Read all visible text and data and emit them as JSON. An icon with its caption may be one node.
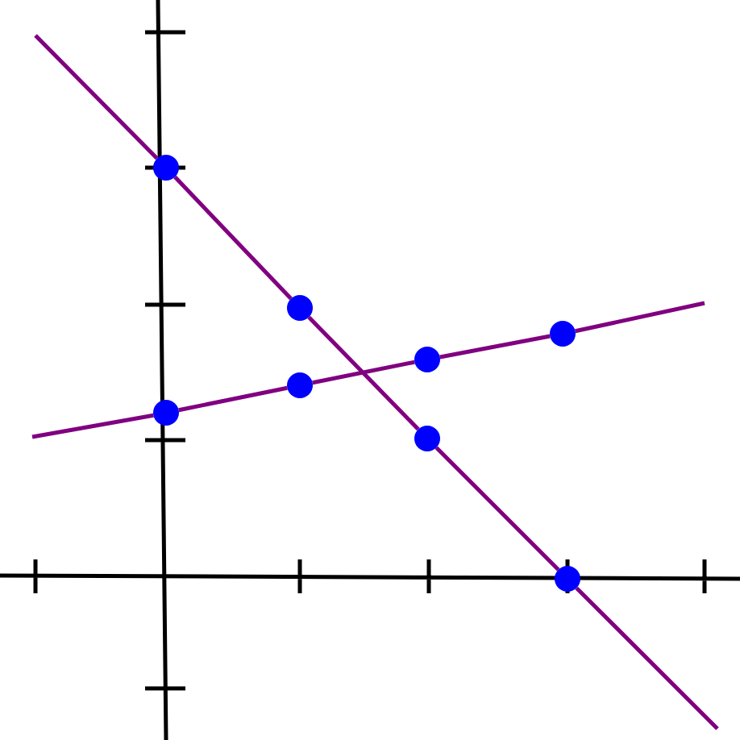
{
  "diagram": {
    "nodes": [
      {
        "text": [],
        "shape": "circle"
      },
      {
        "text": [],
        "shape": "circle"
      },
      {
        "text": [],
        "shape": "circle"
      },
      {
        "text": [],
        "shape": "circle"
      },
      {
        "text": [],
        "shape": "circle"
      },
      {
        "text": [],
        "shape": "circle"
      },
      {
        "text": [],
        "shape": "circle"
      },
      {
        "text": [],
        "shape": "circle"
      }
    ],
    "edges": [
      {
        "from": 0,
        "to": 1,
        "arrow": "none"
      },
      {
        "from": 1,
        "to": 6,
        "arrow": "none"
      },
      {
        "from": 6,
        "to": 7,
        "arrow": "none"
      },
      {
        "from": 5,
        "to": 4,
        "arrow": "none"
      },
      {
        "from": 4,
        "to": 3,
        "arrow": "none"
      },
      {
        "from": 3,
        "to": 2,
        "arrow": "none"
      }
    ]
  }
}
